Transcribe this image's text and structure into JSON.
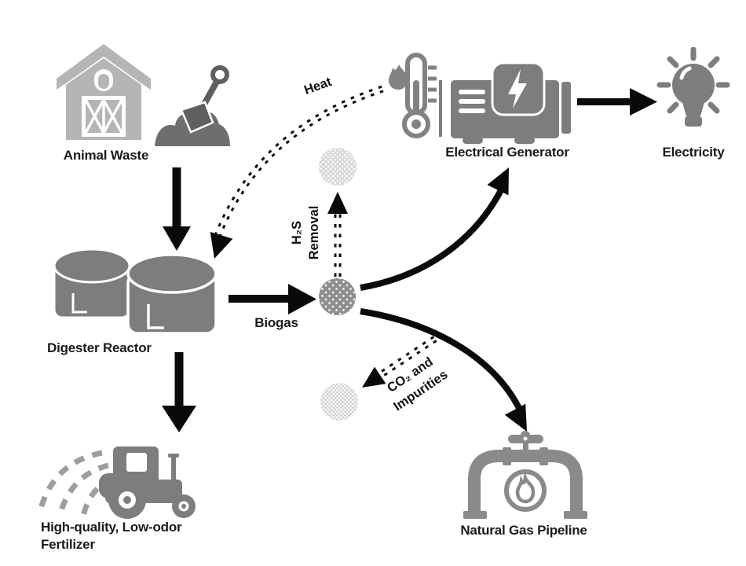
{
  "nodes": {
    "animal_waste": {
      "label": "Animal Waste"
    },
    "digester_reactor": {
      "label": "Digester Reactor"
    },
    "fertilizer": {
      "line1": "High-quality, Low-odor",
      "line2": "Fertilizer"
    },
    "biogas": {
      "label": "Biogas"
    },
    "electrical_generator": {
      "label": "Electrical Generator"
    },
    "electricity": {
      "label": "Electricity"
    },
    "natural_gas_pipeline": {
      "label": "Natural Gas Pipeline"
    }
  },
  "flows": {
    "heat": {
      "label": "Heat"
    },
    "h2s_removal": {
      "line1": "H₂S",
      "line2": "Removal"
    },
    "co2_impurities": {
      "line1": "CO₂ and",
      "line2": "Impurities"
    }
  },
  "colors": {
    "background": "#ffffff",
    "arrow": "#0a0a0a",
    "icon_gray": "#7d7d7d",
    "icon_light_gray": "#b5b5b5",
    "spray_gray": "#9e9e9e",
    "biogas_node": "#8f8f8f",
    "light_node": "#d6d6d6",
    "text": "#1a1a1a"
  }
}
